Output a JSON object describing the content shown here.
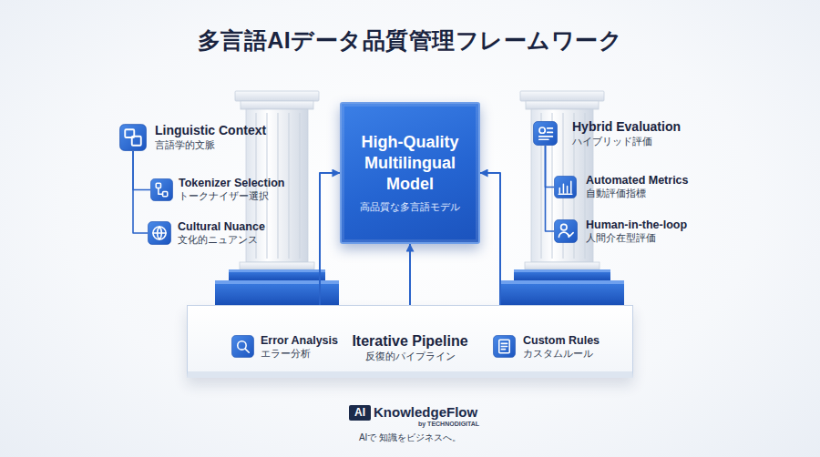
{
  "diagram": {
    "title": "多言語AIデータ品質管理フレームワーク",
    "nodes": [
      {
        "text": [
          "Linguistic Context",
          "言語学的文脈"
        ]
      },
      {
        "text": [
          "Tokenizer Selection",
          "トークナイザー選択"
        ]
      },
      {
        "text": [
          "Cultural Nuance",
          "文化的ニュアンス"
        ]
      },
      {
        "text": [
          "High-Quality Multilingual Model",
          "高品質な多言語モデル"
        ]
      },
      {
        "text": [
          "Hybrid Evaluation",
          "ハイブリッド評価"
        ]
      },
      {
        "text": [
          "Automated Metrics",
          "自動評価指標"
        ]
      },
      {
        "text": [
          "Human-in-the-loop",
          "人間介在型評価"
        ]
      },
      {
        "text": [
          "Iterative Pipeline",
          "反復的パイプライン"
        ]
      },
      {
        "text": [
          "Error Analysis",
          "エラー分析"
        ],
        "in": 7
      },
      {
        "text": [
          "Custom Rules",
          "カスタムルール"
        ],
        "in": 7
      }
    ],
    "edges": [
      {
        "from": 0,
        "to": 1,
        "arrow": "none"
      },
      {
        "from": 0,
        "to": 2,
        "arrow": "none"
      },
      {
        "from": 4,
        "to": 5,
        "arrow": "none"
      },
      {
        "from": 4,
        "to": 6,
        "arrow": "none"
      },
      {
        "from": 7,
        "to": 3,
        "arrow": "to"
      },
      {
        "from": 7,
        "to": 3,
        "arrow": "to"
      },
      {
        "from": 7,
        "to": 3,
        "arrow": "to"
      }
    ],
    "labels": [
      "AI",
      "KnowledgeFlow",
      "by TECHNODIGITAL",
      "AIで 知識をビジネスへ。"
    ]
  }
}
